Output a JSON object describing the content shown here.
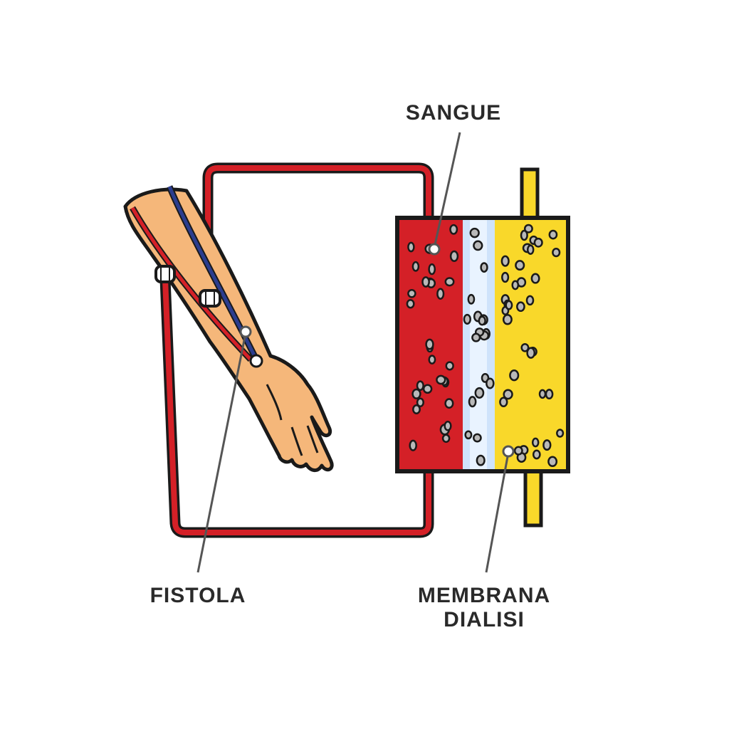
{
  "labels": {
    "blood": "SANGUE",
    "fistula": "FISTOLA",
    "membrane_line1": "MEMBRANA",
    "membrane_line2": "DIALISI"
  },
  "colors": {
    "blood": "#d42027",
    "dialysate": "#f9d82a",
    "membrane": "#cfe3fb",
    "skin": "#f5b77a",
    "vein": "#2b3d8f",
    "outline": "#1a1a1a",
    "particle": "#b9b9b9",
    "leader": "#555555"
  },
  "icons": {
    "arm": "forearm-hand",
    "circuit": "blood-tubing-loop",
    "dialyzer": "dialyzer-cross-section",
    "needle_clips": "needle-connector"
  }
}
